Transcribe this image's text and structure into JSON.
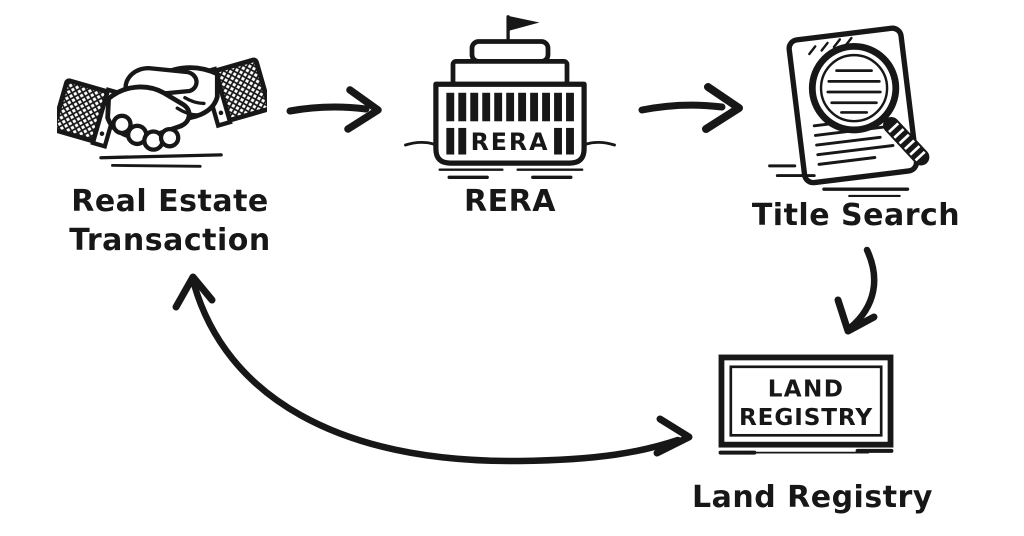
{
  "meta": {
    "description": "Hand-drawn style flow diagram of a real estate transaction process",
    "background_color": "#ffffff",
    "ink_color": "#171717"
  },
  "diagram": {
    "nodes": [
      {
        "id": "real-estate-transaction",
        "icon": "handshake-icon",
        "label_line1": "Real Estate",
        "label_line2": "Transaction"
      },
      {
        "id": "rera",
        "icon": "government-building-icon",
        "building_sign": "RERA",
        "label": "RERA"
      },
      {
        "id": "title-search",
        "icon": "document-magnifier-icon",
        "label": "Title Search"
      },
      {
        "id": "land-registry",
        "icon": "signboard-icon",
        "sign_line1": "LAND",
        "sign_line2": "REGISTRY",
        "label": "Land Registry"
      }
    ],
    "edges": [
      {
        "from": "real-estate-transaction",
        "to": "rera",
        "type": "straight-arrow"
      },
      {
        "from": "rera",
        "to": "title-search",
        "type": "straight-arrow"
      },
      {
        "from": "title-search",
        "to": "land-registry",
        "type": "curved-arrow"
      },
      {
        "from": "land-registry",
        "to": "real-estate-transaction",
        "type": "curved-double-headed-arrow"
      }
    ]
  }
}
